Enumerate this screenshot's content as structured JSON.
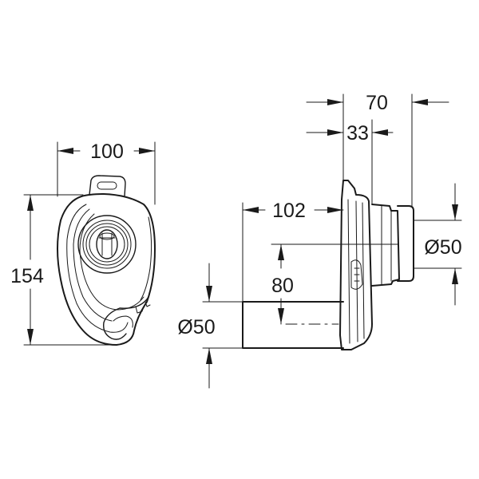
{
  "dimensions": {
    "front_width": "100",
    "front_height": "154",
    "side_total_depth": "70",
    "side_flange_depth": "33",
    "outlet_length": "102",
    "outlet_height": "80",
    "inlet_diameter": "Ø50",
    "outlet_diameter": "Ø50"
  }
}
